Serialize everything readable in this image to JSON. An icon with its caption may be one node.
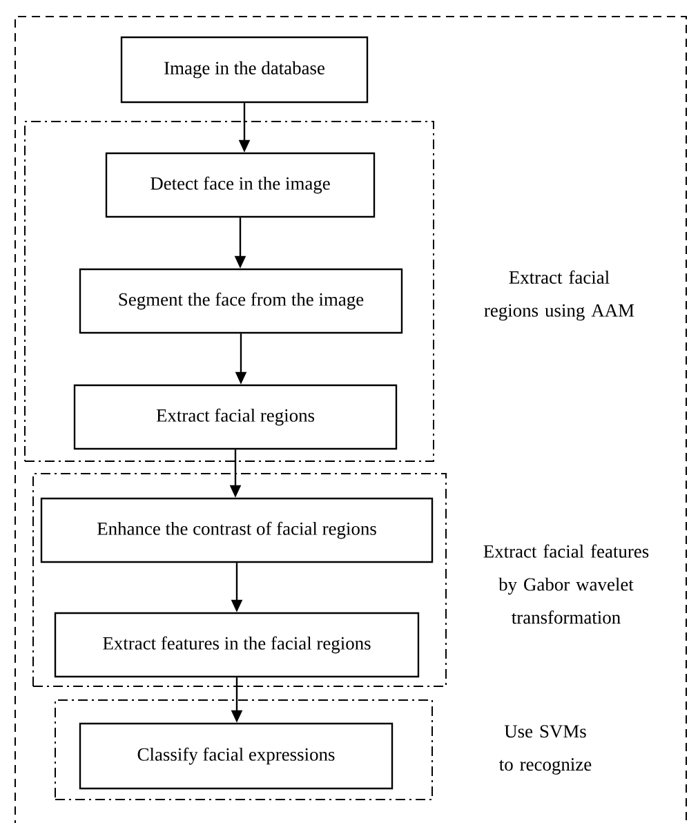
{
  "diagram": {
    "nodes": [
      {
        "text": [
          "Image in the database"
        ]
      },
      {
        "text": [
          "Extract facial regions using AAM"
        ]
      },
      {
        "text": [
          "Detect face in the image"
        ],
        "in": 1
      },
      {
        "text": [
          "Segment the face from the image"
        ],
        "in": 1
      },
      {
        "text": [
          "Extract facial regions"
        ],
        "in": 1
      },
      {
        "text": [
          "Extract facial features by Gabor wavelet transformation"
        ]
      },
      {
        "text": [
          "Enhance the contrast of facial regions"
        ],
        "in": 5
      },
      {
        "text": [
          "Extract features in the facial regions"
        ],
        "in": 5
      },
      {
        "text": [
          "Use SVMs to recognize"
        ]
      },
      {
        "text": [
          "Classify facial expressions"
        ],
        "in": 8
      }
    ],
    "edges": [
      {
        "from": 0,
        "to": 2,
        "arrow": "to"
      },
      {
        "from": 2,
        "to": 3,
        "arrow": "to"
      },
      {
        "from": 3,
        "to": 4,
        "arrow": "to"
      },
      {
        "from": 4,
        "to": 6,
        "arrow": "to"
      },
      {
        "from": 6,
        "to": 7,
        "arrow": "to"
      },
      {
        "from": 7,
        "to": 9,
        "arrow": "to"
      }
    ]
  }
}
